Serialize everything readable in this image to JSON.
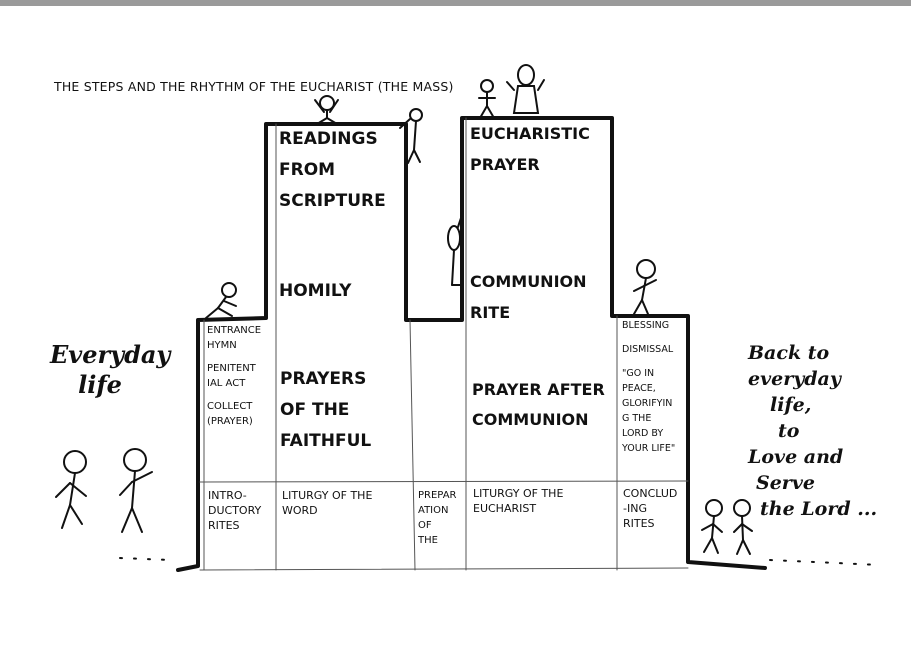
{
  "title": "THE STEPS AND THE RHYTHM OF THE EUCHARIST (THE MASS)",
  "left_note": [
    "Everyday",
    "life"
  ],
  "right_note": [
    "Back to",
    "everyday",
    "life,",
    "to",
    "Love and",
    "Serve",
    "the Lord ..."
  ],
  "upper_blocks": {
    "readings": [
      "READINGS",
      "FROM",
      "SCRIPTURE"
    ],
    "homily": "HOMILY",
    "eucharistic_prayer": [
      "EUCHARISTIC",
      "PRAYER"
    ],
    "communion_rite": [
      "COMMUNION",
      "RITE"
    ]
  },
  "middle": {
    "entrance": [
      "ENTRANCE",
      "HYMN",
      "",
      "PENITENT",
      "IAL ACT",
      "",
      "COLLECT",
      "(PRAYER)"
    ],
    "prayers_faithful": [
      "PRAYERS",
      "OF THE",
      "FAITHFUL"
    ],
    "prayer_after_communion": [
      "PRAYER AFTER",
      "COMMUNION"
    ],
    "concluding_items": [
      "BLESSING",
      "",
      "DISMISSAL",
      "",
      "\"GO IN",
      "PEACE,",
      "GLORIFYIN",
      "G THE",
      "LORD BY",
      "YOUR LIFE\""
    ]
  },
  "bottom_row": {
    "intro": [
      "INTRO-",
      "DUCTORY",
      "RITES"
    ],
    "word": [
      "LITURGY OF THE",
      "WORD"
    ],
    "preparation": [
      "PREPAR",
      "ATION",
      "OF",
      "THE"
    ],
    "eucharist": [
      "LITURGY OF THE",
      "EUCHARIST"
    ],
    "concluding": [
      "CONCLUD",
      "-ING",
      "RITES"
    ]
  }
}
